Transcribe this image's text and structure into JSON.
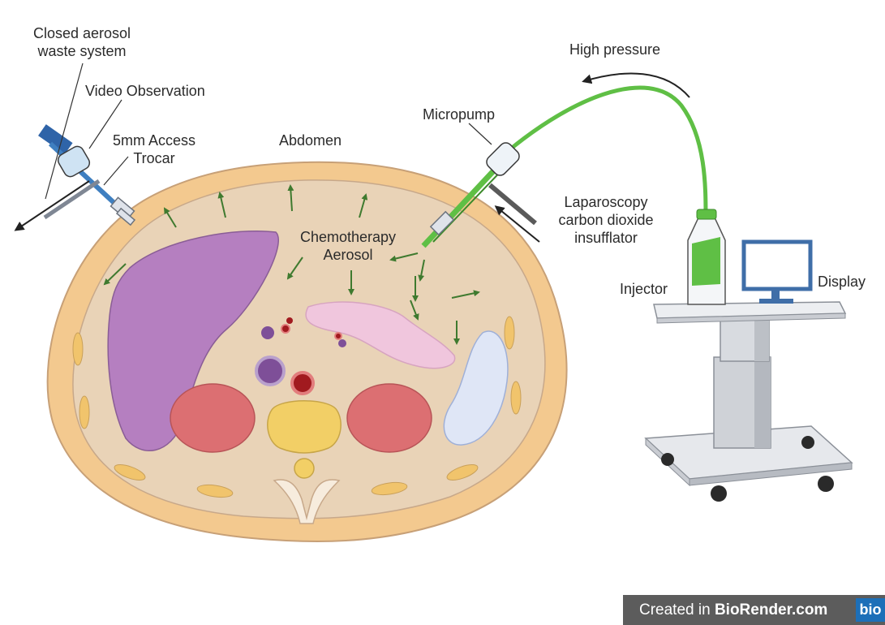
{
  "labels": {
    "closed_aerosol_line1": "Closed aerosol",
    "closed_aerosol_line2": "waste system",
    "video_observation": "Video Observation",
    "access_trocar_line1": "5mm Access",
    "access_trocar_line2": "Trocar",
    "abdomen": "Abdomen",
    "chemo_line1": "Chemotherapy",
    "chemo_line2": "Aerosol",
    "micropump": "Micropump",
    "high_pressure": "High pressure",
    "insufflator_line1": "Laparoscopy",
    "insufflator_line2": "carbon dioxide",
    "insufflator_line3": "insufflator",
    "injector": "Injector",
    "display": "Display"
  },
  "footer": {
    "prefix": "Created in ",
    "brand": "BioRender.com",
    "logo": "bio"
  },
  "colors": {
    "abdomen_wall": "#f3c98f",
    "abdomen_cavity": "#e9d3b7",
    "liver": "#b57fc0",
    "kidney": "#dc6f72",
    "vertebra": "#f2cf66",
    "stomach": "#f0c6dd",
    "spleen": "#dfe6f6",
    "aerosol_arrow": "#3f7a2f",
    "tube_green": "#5fbf45",
    "trocar_blue": "#3f7fc0",
    "display_blue": "#3f6ea8",
    "footer_bg": "#5c5c5c"
  }
}
